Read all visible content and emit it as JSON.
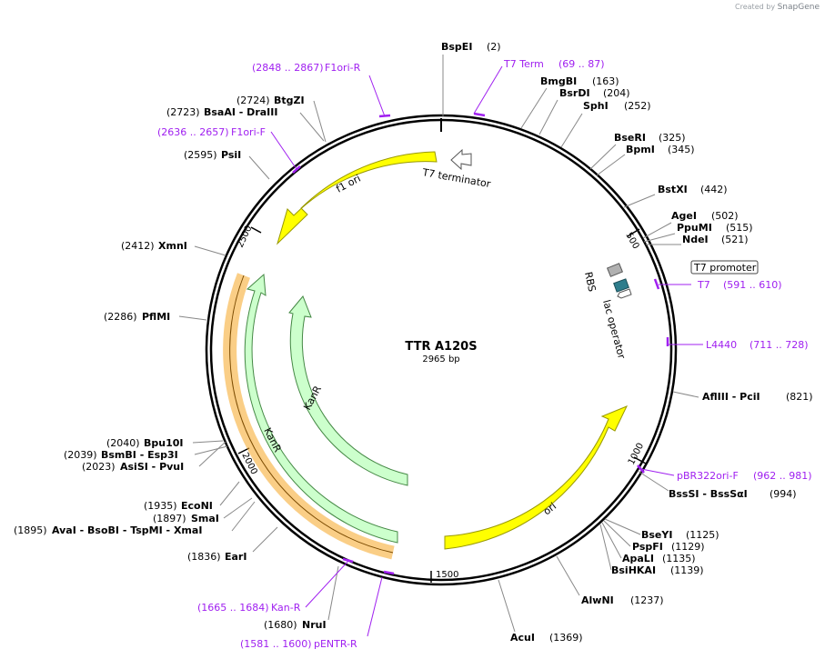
{
  "watermark": {
    "prefix": "Created by",
    "brand": "SnapGene"
  },
  "plasmid": {
    "name": "TTR A120S",
    "length_label": "2965 bp",
    "length": 2965
  },
  "ticks": [
    "500",
    "1000",
    "1500",
    "2000",
    "2500"
  ],
  "features": [
    {
      "name": "f1 ori",
      "color": "#ffff00"
    },
    {
      "name": "T7 terminator",
      "color": "#ffffff"
    },
    {
      "name": "KanR",
      "color": "#ccffcc"
    },
    {
      "name": "KanR",
      "color": "#ccffcc"
    },
    {
      "name": "ori",
      "color": "#ffff00"
    },
    {
      "name": "RBS",
      "color": "#b0b0b0"
    },
    {
      "name": "lac operator",
      "color": "#2e7d8c"
    },
    {
      "name": "T7 promoter",
      "color": "#ffffff"
    }
  ],
  "sites": [
    {
      "name": "BspEI",
      "pos": "(2)"
    },
    {
      "name": "BmgBI",
      "pos": "(163)"
    },
    {
      "name": "BsrDI",
      "pos": "(204)"
    },
    {
      "name": "SphI",
      "pos": "(252)"
    },
    {
      "name": "BseRI",
      "pos": "(325)"
    },
    {
      "name": "BpmI",
      "pos": "(345)"
    },
    {
      "name": "BstXI",
      "pos": "(442)"
    },
    {
      "name": "AgeI",
      "pos": "(502)"
    },
    {
      "name": "PpuMI",
      "pos": "(515)"
    },
    {
      "name": "NdeI",
      "pos": "(521)"
    },
    {
      "name": "AflIII - PciI",
      "pos": "(821)"
    },
    {
      "name": "BssSI - BssSαI",
      "pos": "(994)"
    },
    {
      "name": "BseYI",
      "pos": "(1125)"
    },
    {
      "name": "PspFI",
      "pos": "(1129)"
    },
    {
      "name": "ApaLI",
      "pos": "(1135)"
    },
    {
      "name": "BsiHKAI",
      "pos": "(1139)"
    },
    {
      "name": "AlwNI",
      "pos": "(1237)"
    },
    {
      "name": "AcuI",
      "pos": "(1369)"
    },
    {
      "name": "NruI",
      "pos": "(1680)"
    },
    {
      "name": "EarI",
      "pos": "(1836)"
    },
    {
      "name": "AvaI - BsoBI - TspMI - XmaI",
      "pos": "(1895)"
    },
    {
      "name": "SmaI",
      "pos": "(1897)"
    },
    {
      "name": "EcoNI",
      "pos": "(1935)"
    },
    {
      "name": "AsiSI - PvuI",
      "pos": "(2023)"
    },
    {
      "name": "BsmBI - Esp3I",
      "pos": "(2039)"
    },
    {
      "name": "Bpu10I",
      "pos": "(2040)"
    },
    {
      "name": "PflMI",
      "pos": "(2286)"
    },
    {
      "name": "XmnI",
      "pos": "(2412)"
    },
    {
      "name": "PsiI",
      "pos": "(2595)"
    },
    {
      "name": "BsaAI - DraIII",
      "pos": "(2723)"
    },
    {
      "name": "BtgZI",
      "pos": "(2724)"
    }
  ],
  "primers": [
    {
      "name": "T7 Term",
      "range": "(69 .. 87)"
    },
    {
      "name": "T7",
      "range": "(591 .. 610)"
    },
    {
      "name": "L4440",
      "range": "(711 .. 728)"
    },
    {
      "name": "pBR322ori-F",
      "range": "(962 .. 981)"
    },
    {
      "name": "Kan-R",
      "range": "(1665 .. 1684)"
    },
    {
      "name": "pENTR-R",
      "range": "(1581 .. 1600)"
    },
    {
      "name": "F1ori-F",
      "range": "(2636 .. 2657)"
    },
    {
      "name": "F1ori-R",
      "range": "(2848 .. 2867)"
    }
  ],
  "colors": {
    "primer": "#a020f0",
    "backbone": "#000000",
    "line": "#888888"
  }
}
